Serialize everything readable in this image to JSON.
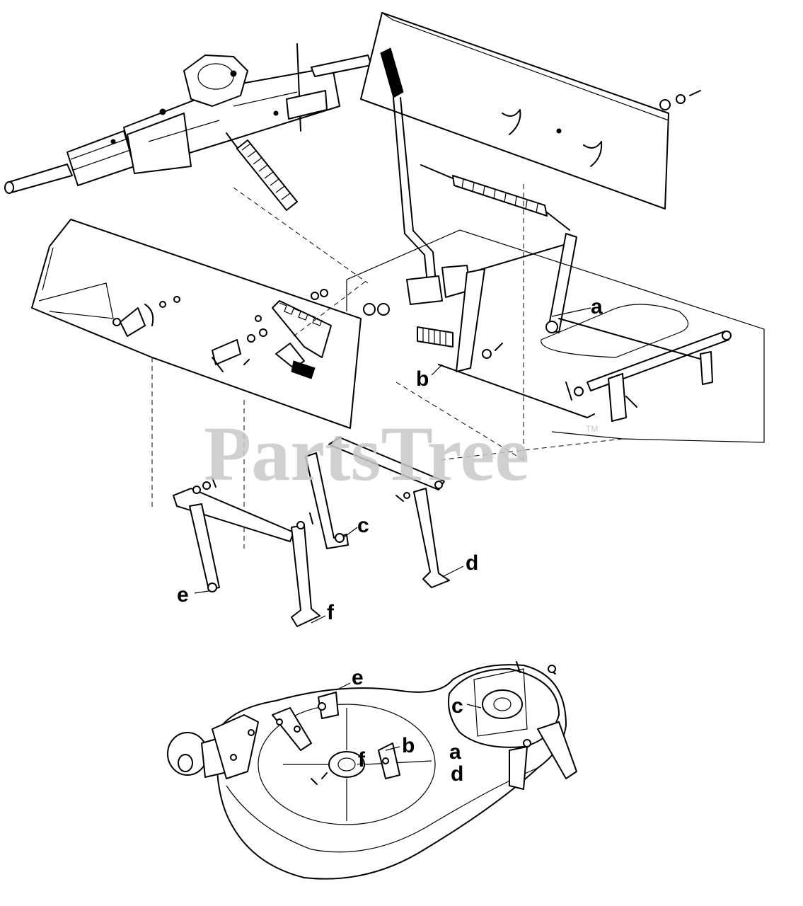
{
  "watermark": {
    "text": "PartsTree",
    "trademark": "TM"
  },
  "callouts_upper": {
    "a": "a",
    "b": "b",
    "c": "c",
    "d": "d",
    "e": "e",
    "f": "f"
  },
  "callouts_lower": {
    "e": "e",
    "c": "c",
    "b": "b",
    "f": "f",
    "a": "a",
    "d": "d"
  }
}
